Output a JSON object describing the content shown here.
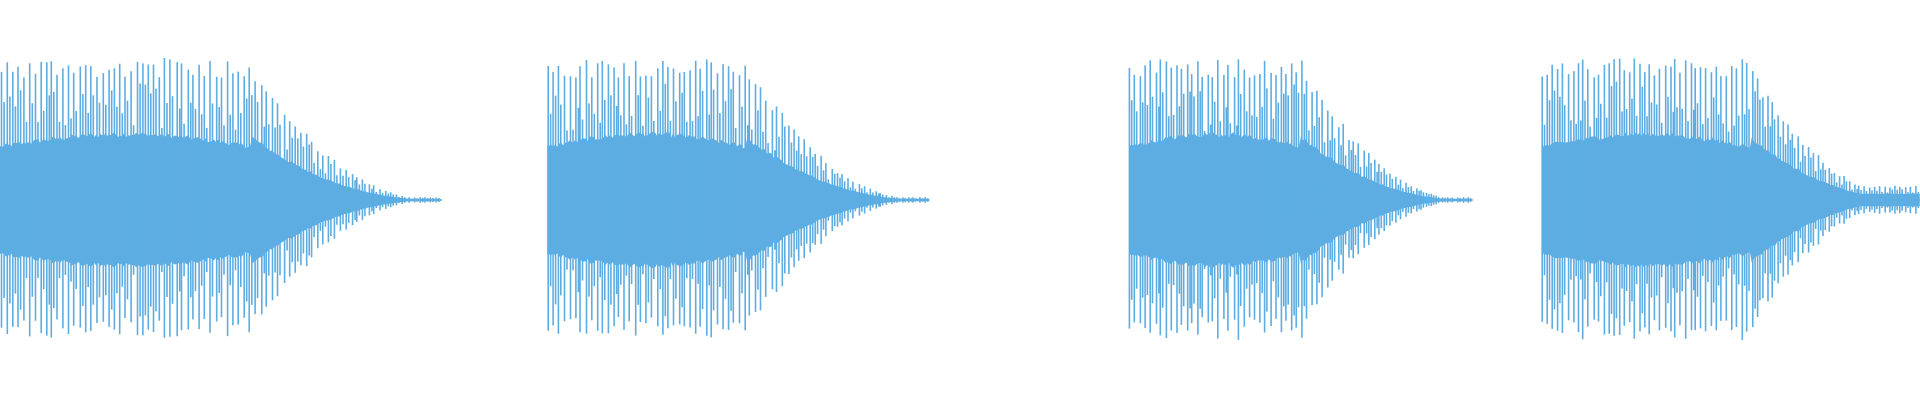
{
  "waveform": {
    "color": "#5dade2",
    "background": "#ffffff",
    "clips": [
      {
        "start_fraction": 0.0,
        "end_fraction": 0.23,
        "sustain_fraction": 0.57,
        "peak_level": 0.98,
        "body_level": 0.45,
        "cycles": 78,
        "tail_level": 0.02
      },
      {
        "start_fraction": 0.285,
        "end_fraction": 0.484,
        "sustain_fraction": 0.52,
        "peak_level": 0.98,
        "body_level": 0.45,
        "cycles": 70,
        "tail_level": 0.02
      },
      {
        "start_fraction": 0.588,
        "end_fraction": 0.767,
        "sustain_fraction": 0.5,
        "peak_level": 0.98,
        "body_level": 0.45,
        "cycles": 66,
        "tail_level": 0.02
      },
      {
        "start_fraction": 0.803,
        "end_fraction": 1.0,
        "sustain_fraction": 0.55,
        "peak_level": 0.98,
        "body_level": 0.45,
        "cycles": 74,
        "tail_level": 0.1
      }
    ]
  }
}
